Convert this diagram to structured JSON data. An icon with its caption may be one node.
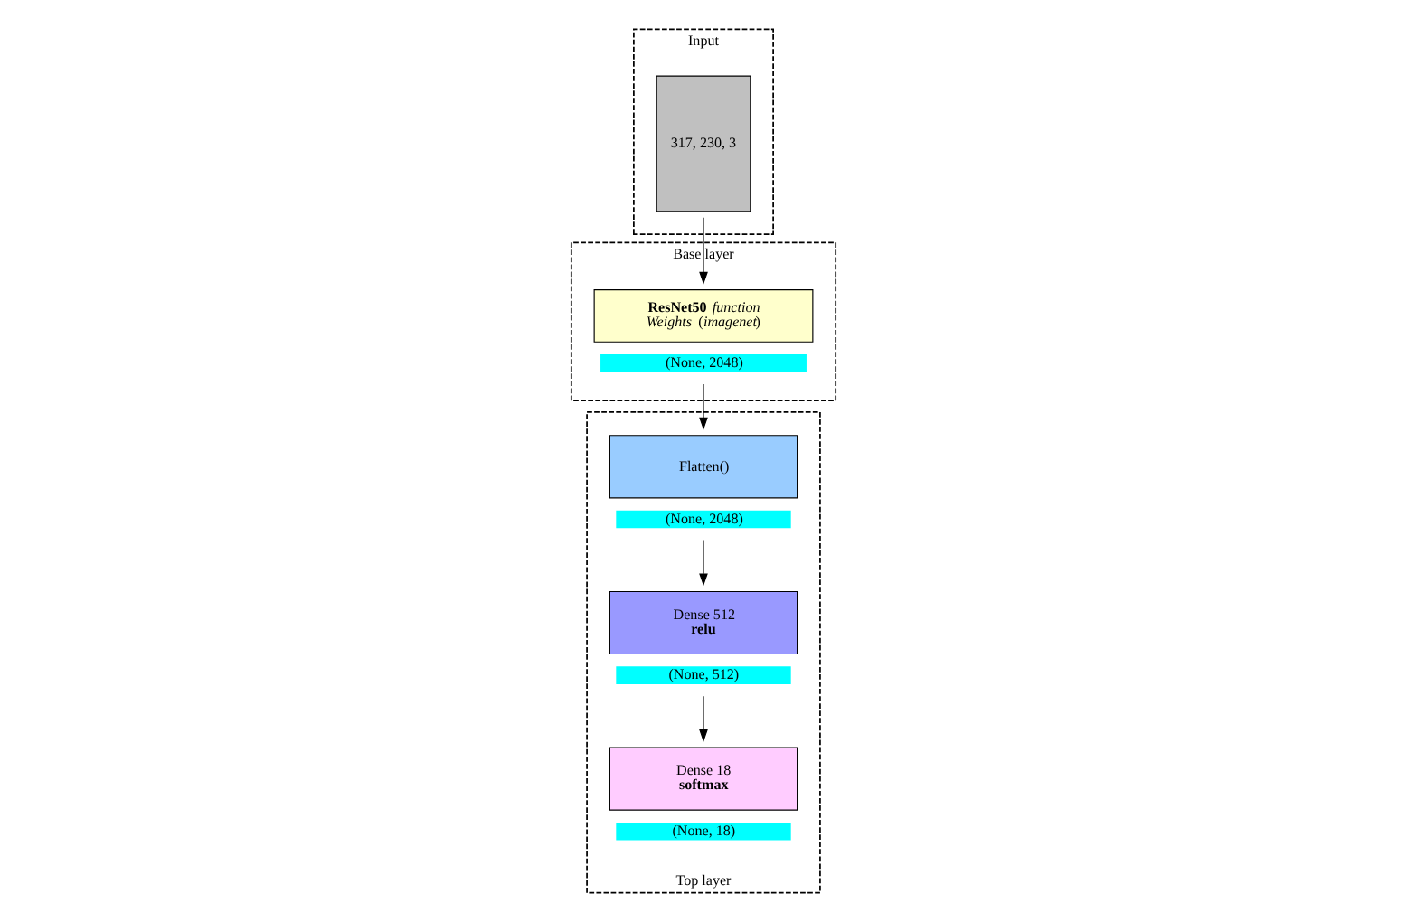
{
  "diagram": {
    "nodes": [
      {
        "text": [
          "Input"
        ]
      },
      {
        "text": [
          "317, 230, 3"
        ],
        "in": 0
      },
      {
        "text": [
          "Base layer"
        ]
      },
      {
        "text": [
          "**ResNet50** *function*",
          "*Weights* (*imagenet*)"
        ],
        "in": 2,
        "beside": [
          "(None, 2048)"
        ]
      },
      {
        "text": [
          "Top layer"
        ]
      },
      {
        "text": [
          "Flatten()"
        ],
        "in": 4,
        "beside": [
          "(None, 2048)"
        ]
      },
      {
        "text": [
          "Dense 512",
          "relu"
        ],
        "in": 4,
        "beside": [
          "(None, 512)"
        ]
      },
      {
        "text": [
          "Dense 18",
          "softmax"
        ],
        "in": 4,
        "beside": [
          "(None, 18)"
        ]
      }
    ],
    "edges": [
      {
        "from": 1,
        "to": 3,
        "arrow": "to"
      },
      {
        "from": 3,
        "to": 5,
        "arrow": "to"
      },
      {
        "from": 5,
        "to": 6,
        "arrow": "to"
      },
      {
        "from": 6,
        "to": 7,
        "arrow": "to"
      }
    ]
  }
}
